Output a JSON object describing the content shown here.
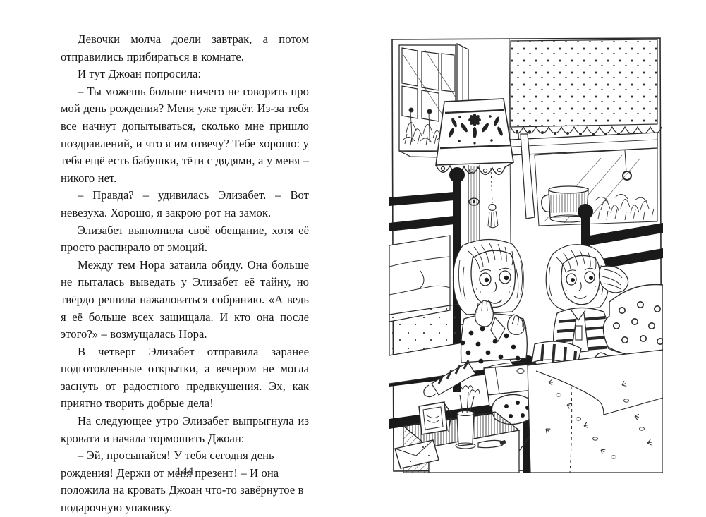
{
  "document": {
    "type": "book-page-spread",
    "page_number": "144",
    "language": "ru",
    "left_page": {
      "paragraphs": [
        "Девочки молча доели завтрак, а потом отправились прибираться в комнате.",
        "И тут Джоан попросила:",
        "– Ты можешь больше ничего не говорить про мой день рождения? Меня уже трясёт. Из-за тебя все начнут допытываться, сколько мне пришло поздравлений, и что я им отвечу? Тебе хорошо: у тебя ещё есть бабушки, тёти с дядями, а у меня – никого нет.",
        "– Правда? – удивилась Элизабет. – Вот невезуха. Хорошо, я закрою рот на замок.",
        "Элизабет выполнила своё обещание, хотя её просто распирало от эмоций.",
        "Между тем Нора затаила обиду. Она больше не пыталась выведать у Элизабет её тайну, но твёрдо решила нажаловаться собранию. «А ведь я её больше всех защищала. И кто она после этого?» – возмущалась Нора.",
        "В четверг Элизабет отправила заранее подготовленные открытки, а вечером не могла заснуть от радостного предвкушения. Эх, как приятно творить добрые дела!",
        "На следующее утро Элизабет выпрыгнула из кровати и начала тормошить Джоан:",
        "– Эй, просыпайся! У тебя сегодня день рождения! Держи от меня презент! – И она положила на кровать Джоан что-то завёрнутое в подарочную упаковку."
      ]
    },
    "right_page": {
      "illustration": {
        "title": "bedroom-scene-two-girls",
        "description": "Black and white pen line drawing of two girls in pyjamas sitting on beds in a bedroom",
        "elements": [
          "open-window-left",
          "polka-dot-roller-blind",
          "window-sill",
          "table-lamp-with-flower-patterned-shade",
          "lamp-pull-cord-tassel",
          "iron-bed-frame-with-finials",
          "girl-left-polka-dot-pyjamas",
          "girl-right-striped-pyjamas",
          "wrapped-present-on-bed",
          "polka-dot-cushion",
          "nightstand",
          "picture-frame",
          "flower-vase",
          "envelope-card",
          "mug-on-sill",
          "striped-socks",
          "bedspread-with-leaf-pattern"
        ],
        "ink_color": "#1a1a1a",
        "paper_color": "#ffffff"
      }
    }
  }
}
